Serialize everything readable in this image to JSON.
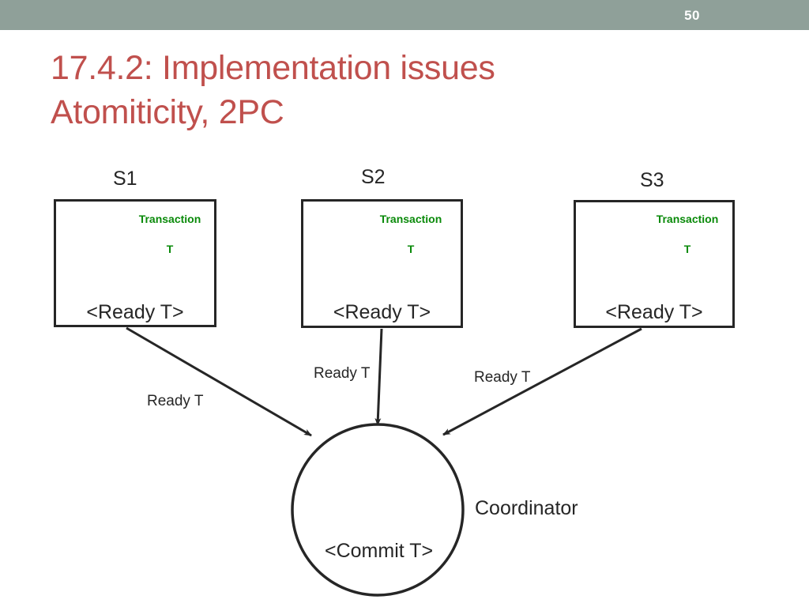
{
  "header": {
    "slide_number": "50",
    "band_color": "#8fa099"
  },
  "title": {
    "text": "17.4.2: Implementation issues\nAtomiticity, 2PC",
    "color": "#c0504d"
  },
  "diagram": {
    "type": "two-phase-commit-protocol",
    "transaction_color": "#0a8a0a",
    "stroke_color": "#262626",
    "servers": [
      {
        "id": "S1",
        "label": "S1",
        "transaction_line1": "Transaction",
        "transaction_line2": "T",
        "state": "<Ready T>",
        "message": "Ready T"
      },
      {
        "id": "S2",
        "label": "S2",
        "transaction_line1": "Transaction",
        "transaction_line2": "T",
        "state": "<Ready T>",
        "message": "Ready T"
      },
      {
        "id": "S3",
        "label": "S3",
        "transaction_line1": "Transaction",
        "transaction_line2": "T",
        "state": "<Ready T>",
        "message": "Ready T"
      }
    ],
    "coordinator": {
      "label": "Coordinator",
      "state": "<Commit T>"
    }
  }
}
